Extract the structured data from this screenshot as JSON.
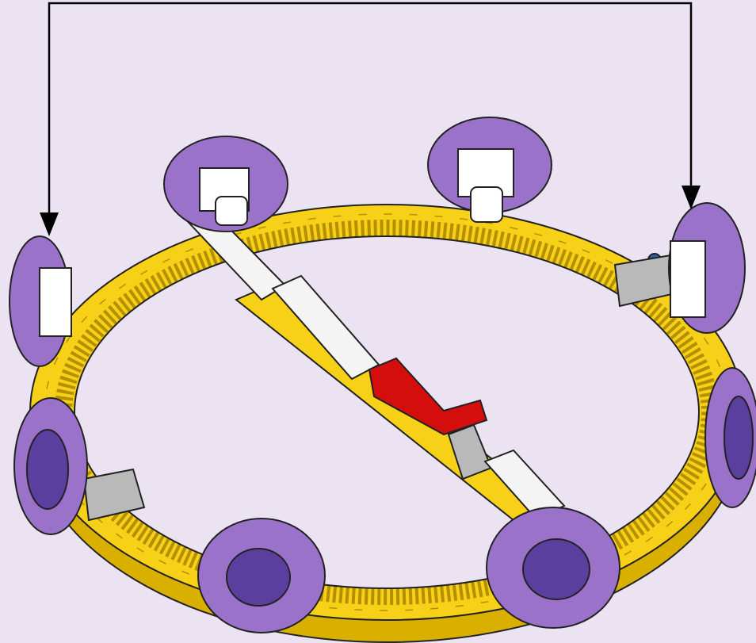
{
  "diagram": {
    "kind": "assembly-instruction",
    "background_color": "#ece3f2",
    "callout": {
      "style": "bracket-arrow",
      "arrow_count": 2,
      "color": "#000000"
    },
    "parts": [
      {
        "name": "turntable-ring",
        "color": "#f7d117",
        "icon": "gear-ring-icon"
      },
      {
        "name": "wheel",
        "color": "#9b72c9",
        "hub_color": "#5b3f9e",
        "count": 8,
        "icon": "wheel-icon"
      },
      {
        "name": "wheel-bracket",
        "color": "#ffffff",
        "count": 4,
        "icon": "bracket-icon"
      },
      {
        "name": "beam-white",
        "color": "#f4f4f4",
        "count": 3,
        "icon": "beam-icon"
      },
      {
        "name": "beam-red",
        "color": "#d40d0d",
        "count": 1,
        "icon": "l-beam-icon"
      },
      {
        "name": "beam-gray",
        "color": "#b9b9b9",
        "count": 3,
        "icon": "beam-icon"
      },
      {
        "name": "pin-blue",
        "color": "#2c5fb5",
        "count": 2,
        "icon": "pin-icon"
      },
      {
        "name": "plate-yellow",
        "color": "#f7d117",
        "count": 1,
        "icon": "plate-icon"
      }
    ]
  }
}
